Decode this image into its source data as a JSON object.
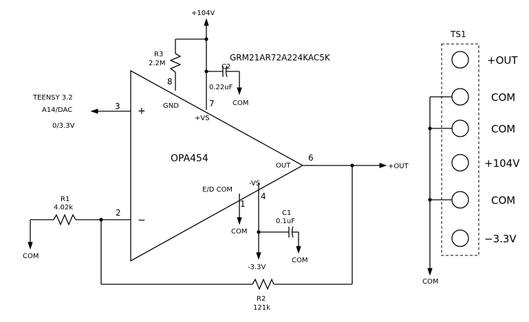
{
  "opamp": {
    "name": "OPA454",
    "gnd_label": "GND",
    "out_label": "OUT",
    "vs_pos_label": "+VS",
    "vs_neg_label": "-VS",
    "ed_com_label": "E/D COM",
    "pin_in_pos": "3",
    "pin_in_neg": "2",
    "pin_out": "6",
    "pin_vs_pos": "7",
    "pin_gnd": "8",
    "pin_vs_neg": "4",
    "pin_ed": "1",
    "plus_sign": "+",
    "minus_sign": "−"
  },
  "input": {
    "source_line1": "TEENSY 3.2",
    "source_line2": "A14/DAC",
    "range": "0/3.3V"
  },
  "supply": {
    "positive": "+104V",
    "negative": "-3.3V"
  },
  "output_label": "+OUT",
  "com_label": "COM",
  "part_number": "GRM21AR72A224KAC5K",
  "components": {
    "r1": {
      "ref": "R1",
      "value": "4.02k"
    },
    "r2": {
      "ref": "R2",
      "value": "121k"
    },
    "r3": {
      "ref": "R3",
      "value": "2.2M"
    },
    "c1": {
      "ref": "C1",
      "value": "0.1uF"
    },
    "c2": {
      "ref": "C2",
      "value": "0.22uF"
    }
  },
  "terminal": {
    "ref": "TS1",
    "pins": [
      "+OUT",
      "COM",
      "COM",
      "+104V",
      "COM",
      "−3.3V"
    ]
  }
}
